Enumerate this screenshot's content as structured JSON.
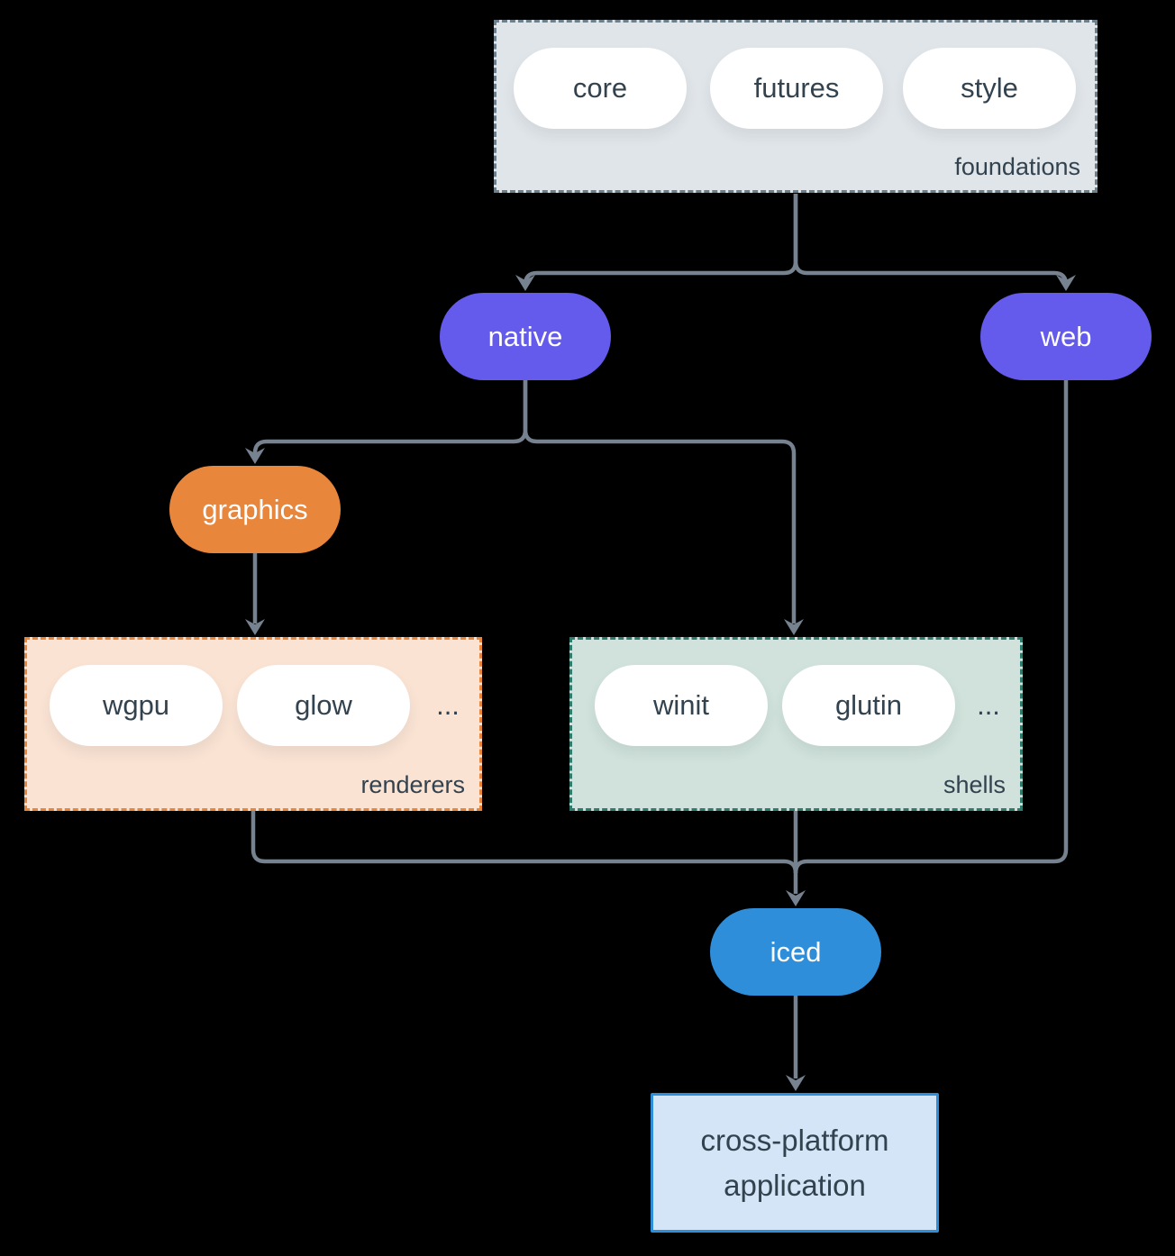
{
  "diagram": {
    "foundations": {
      "label": "foundations",
      "pills": [
        "core",
        "futures",
        "style"
      ]
    },
    "native": {
      "label": "native"
    },
    "web": {
      "label": "web"
    },
    "graphics": {
      "label": "graphics"
    },
    "renderers": {
      "label": "renderers",
      "pills": [
        "wgpu",
        "glow"
      ],
      "more": "..."
    },
    "shells": {
      "label": "shells",
      "pills": [
        "winit",
        "glutin"
      ],
      "more": "..."
    },
    "iced": {
      "label": "iced"
    },
    "application": {
      "line1": "cross-platform",
      "line2": "application"
    }
  },
  "colors": {
    "background": "#000000",
    "arrow": "#76828F",
    "node_purple": "#645AEB",
    "node_orange": "#E8863C",
    "node_blue": "#2F8EDA",
    "foundations_bg": "#E0E5E9",
    "foundations_border": "#6E7F8C",
    "renderers_bg": "#FAE3D3",
    "renderers_border": "#E8863C",
    "shells_bg": "#D0E2DB",
    "shells_border": "#2D7C6E",
    "app_bg": "#D3E5F6",
    "app_border": "#2F8EDA",
    "text_dark": "#32424E",
    "pill_bg": "#FFFFFF"
  }
}
